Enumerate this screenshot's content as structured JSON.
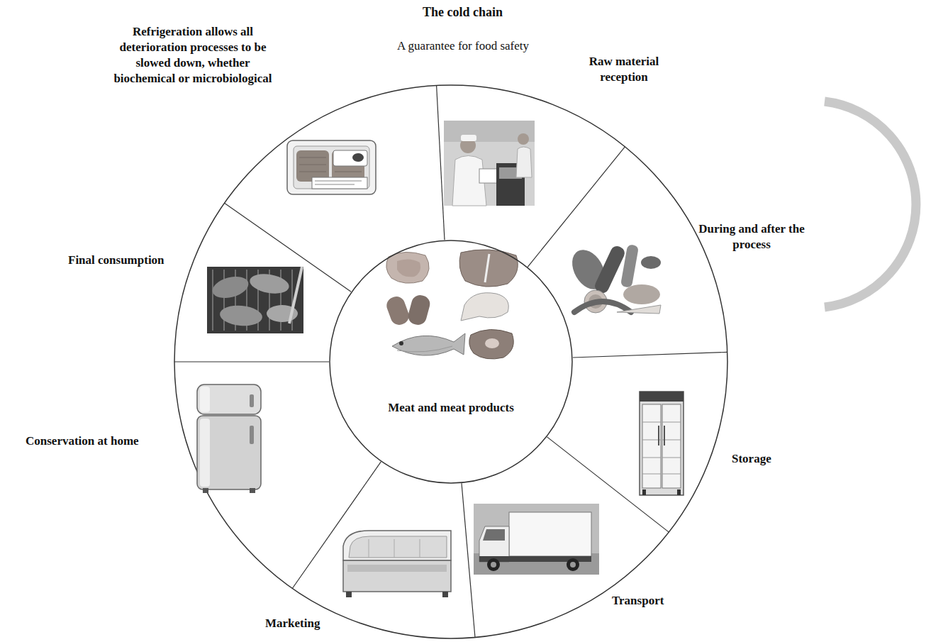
{
  "diagram": {
    "title": "The cold chain",
    "nodes": [
      {
        "text": [
          "Meat and meat products"
        ]
      }
    ],
    "labels": [
      "A guarantee for food safety",
      "Refrigeration allows all deterioration processes to be slowed down, whether biochemical or microbiological",
      "Raw material reception",
      "During and after the process",
      "Storage",
      "Transport",
      "Marketing",
      "Conservation at home",
      "Final consumption"
    ]
  }
}
